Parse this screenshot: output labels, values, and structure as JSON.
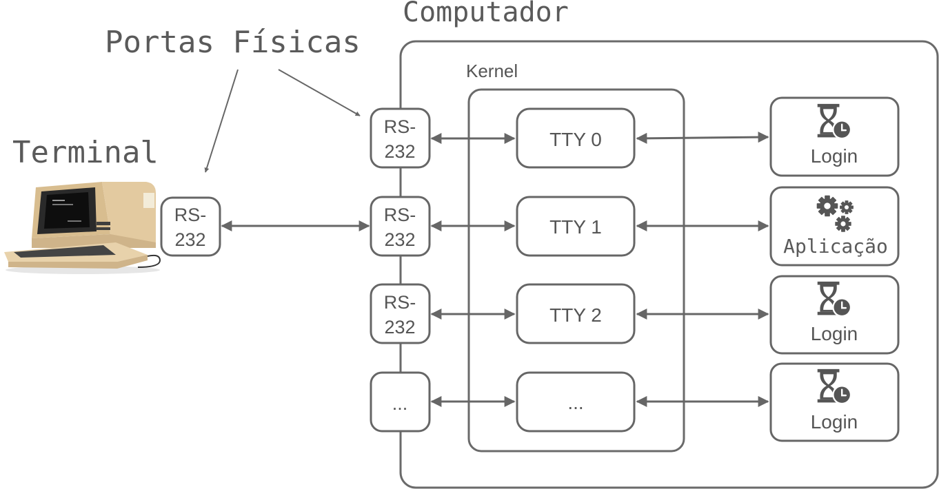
{
  "labels": {
    "computer": "Computador",
    "physical_ports": "Portas Físicas",
    "terminal": "Terminal",
    "kernel": "Kernel"
  },
  "terminal_port": {
    "line1": "RS-",
    "line2": "232"
  },
  "ports": [
    {
      "line1": "RS-",
      "line2": "232"
    },
    {
      "line1": "RS-",
      "line2": "232"
    },
    {
      "line1": "RS-",
      "line2": "232"
    },
    {
      "line1": "...",
      "line2": ""
    }
  ],
  "ttys": [
    "TTY 0",
    "TTY 1",
    "TTY 2",
    "..."
  ],
  "processes": [
    {
      "label": "Login",
      "icon": "hourglass-clock-icon"
    },
    {
      "label": "Aplicação",
      "icon": "gears-icon"
    },
    {
      "label": "Login",
      "icon": "hourglass-clock-icon"
    },
    {
      "label": "Login",
      "icon": "hourglass-clock-icon"
    }
  ],
  "colors": {
    "stroke": "#666666",
    "text": "#555555",
    "terminal_beige": "#e3caa0"
  }
}
